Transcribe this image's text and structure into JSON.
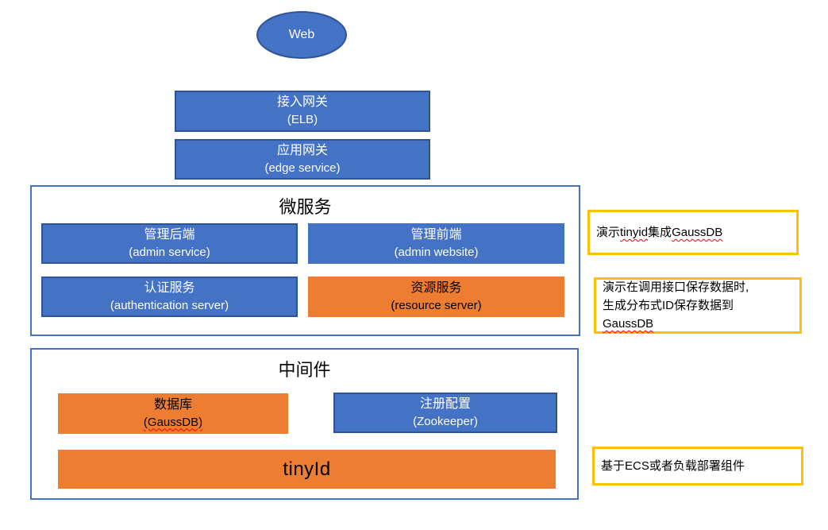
{
  "colors": {
    "blue_fill": "#4472C4",
    "blue_border": "#2F5496",
    "orange_fill": "#ED7D31",
    "group_border": "#4472C4",
    "note_border": "#FFC000",
    "text_on_blue": "#FFFFFF",
    "text_dark": "#000000",
    "spellcheck_underline": "#FF0000"
  },
  "web_node": {
    "label": "Web"
  },
  "gateways": {
    "access": {
      "zh": "接入网关",
      "en": "(ELB)"
    },
    "app": {
      "zh": "应用网关",
      "en": "(edge service)"
    }
  },
  "microservices": {
    "title": "微服务",
    "admin_service": {
      "zh": "管理后端",
      "en": "(admin service)"
    },
    "admin_website": {
      "zh": "管理前端",
      "en": "(admin website)"
    },
    "auth_server": {
      "zh": "认证服务",
      "en": "(authentication server)"
    },
    "resource_server": {
      "zh": "资源服务",
      "en": "(resource server)"
    }
  },
  "middleware": {
    "title": "中间件",
    "database": {
      "zh": "数据库",
      "en": "(GaussDB)"
    },
    "registry": {
      "zh": "注册配置",
      "en": "(Zookeeper)"
    },
    "tinyid": {
      "label": "tinyId"
    }
  },
  "annotations": {
    "note1": {
      "part1": "演示",
      "part2": "tinyid",
      "part3": "集成",
      "part4": "GaussDB"
    },
    "note2": {
      "line1": "演示在调用接口保存数据时,",
      "line2": "生成分布式ID保存数据到",
      "line3": "GaussDB"
    },
    "note3": {
      "text": "基于ECS或者负载部署组件"
    }
  }
}
